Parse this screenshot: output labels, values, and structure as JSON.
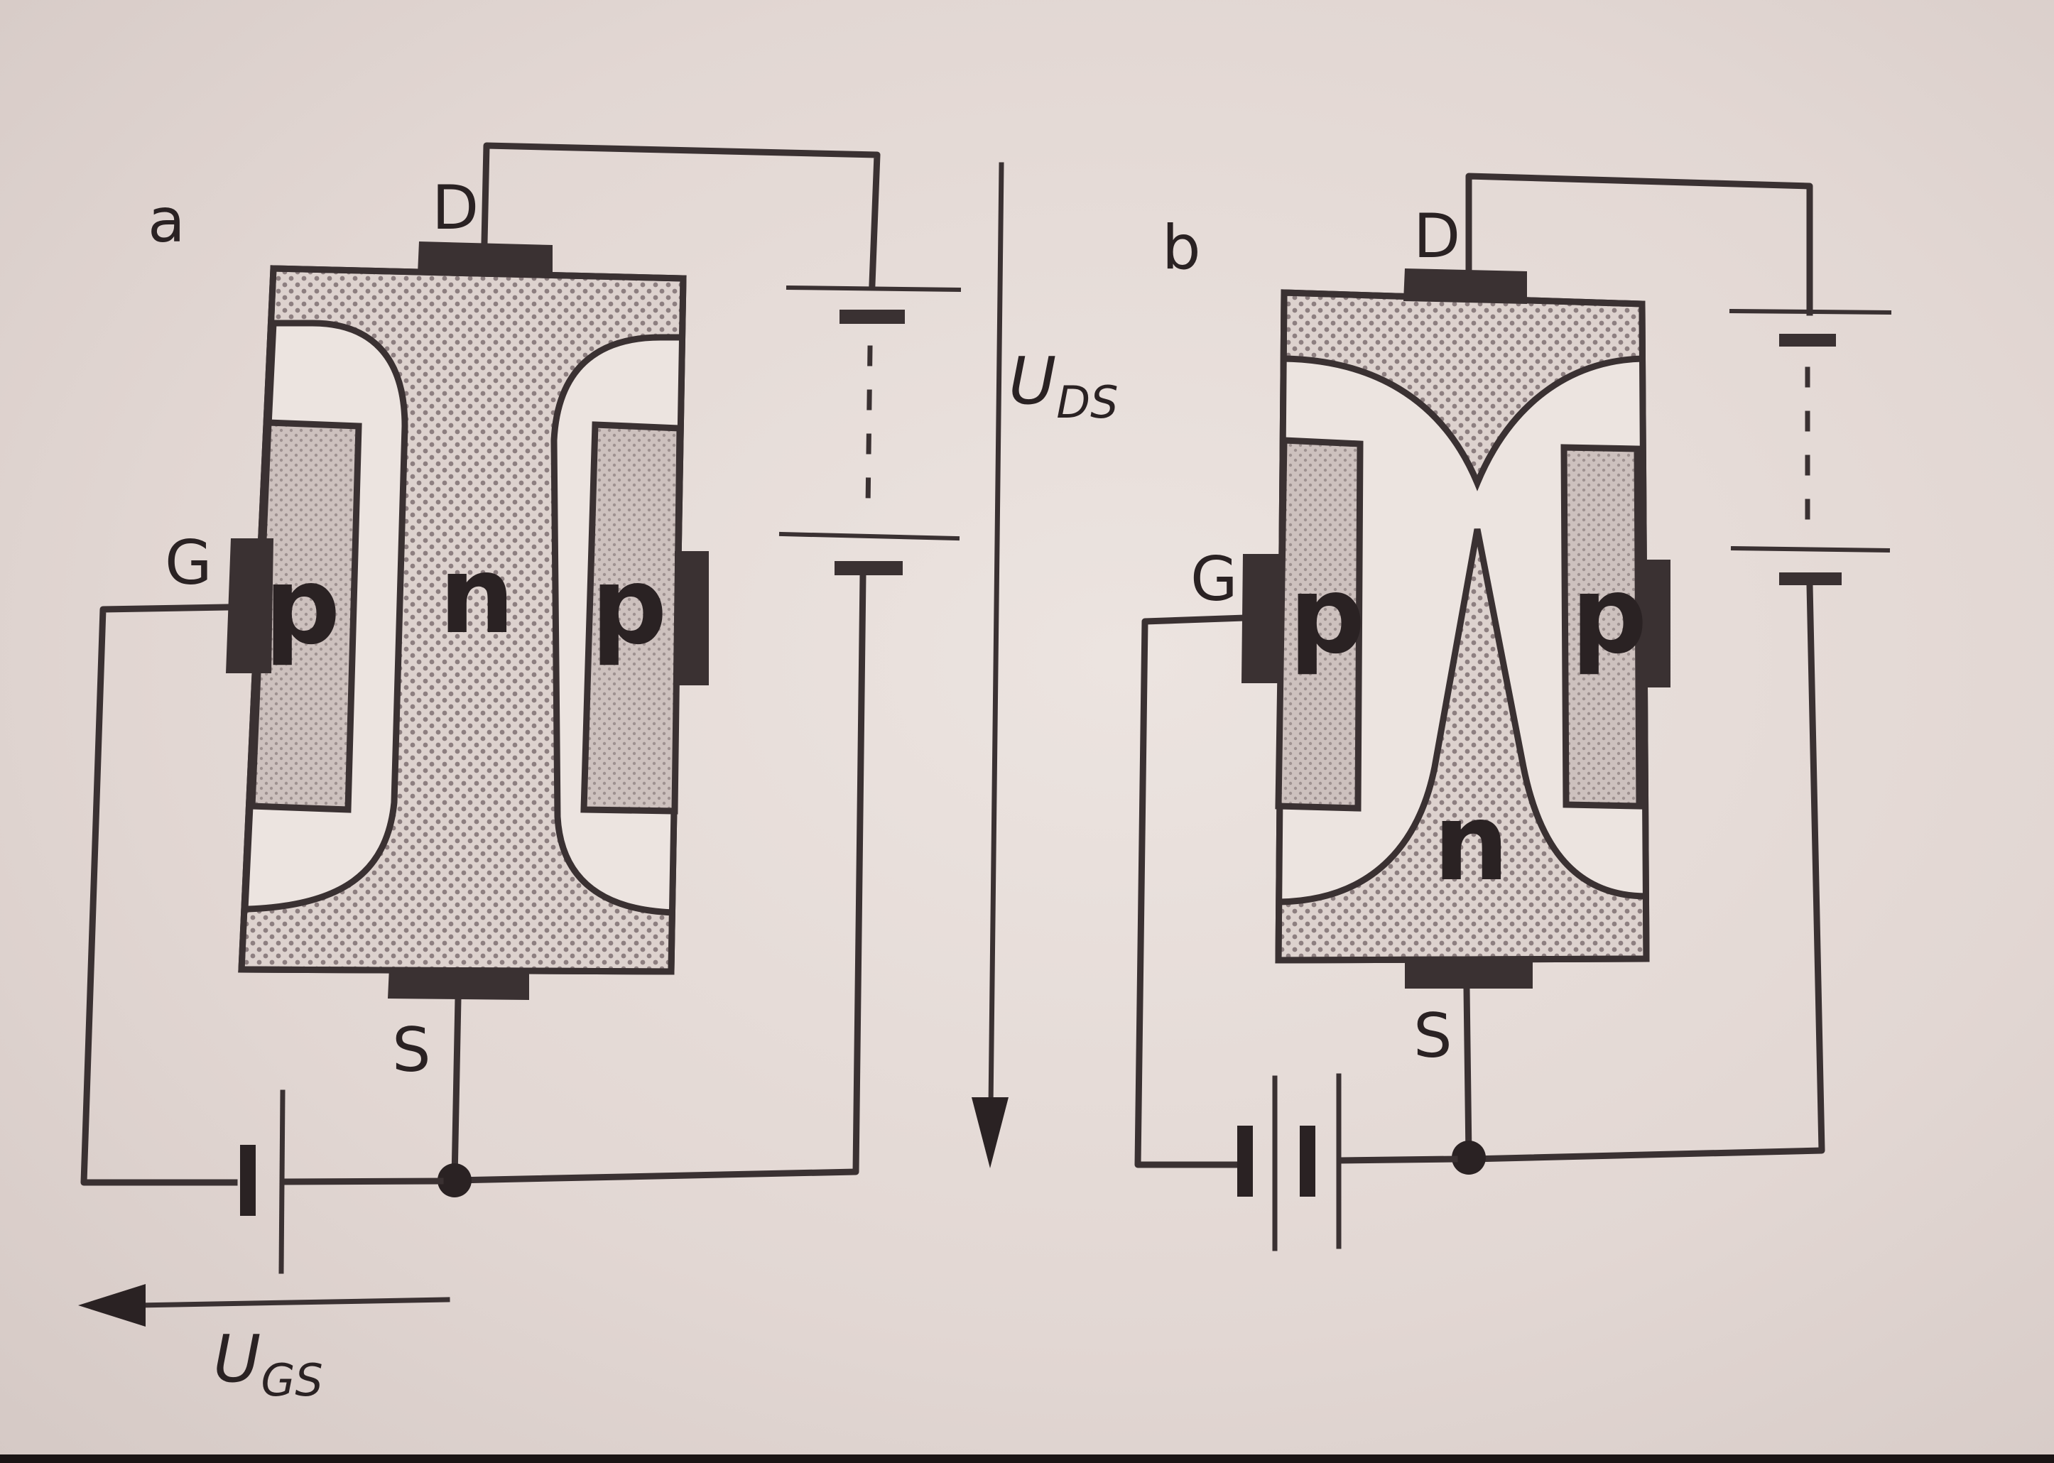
{
  "panel_a": {
    "label": "a",
    "drain": "D",
    "gate": "G",
    "source": "S",
    "left_region": "p",
    "channel_region": "n",
    "right_region": "p"
  },
  "panel_b": {
    "label": "b",
    "drain": "D",
    "gate": "G",
    "source": "S",
    "left_region": "p",
    "channel_region": "n",
    "right_region": "p"
  },
  "voltages": {
    "uds_main": "U",
    "uds_sub": "DS",
    "ugs_main": "U",
    "ugs_sub": "GS"
  },
  "colors": {
    "ink": "#3a3132",
    "paper": "#e6dcd8",
    "p_region": "#cbbebb",
    "n_dot": "#8d7f80"
  }
}
